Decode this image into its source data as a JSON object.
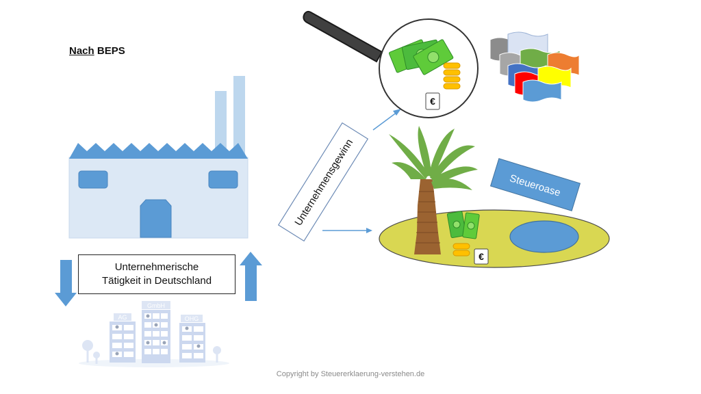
{
  "title": {
    "underlined": "Nach",
    "rest": " BEPS"
  },
  "activity": {
    "line1": "Unternehmerische",
    "line2": "Tätigkeit in Deutschland"
  },
  "profit_label": "Unternehmensgewinn",
  "tax_haven_label": "Steueroase",
  "currency_symbol": "€",
  "company_signs": [
    "AG",
    "GmbH",
    "OHG"
  ],
  "copyright": "Copyright by Steuererklaerung-verstehen.de",
  "colors": {
    "factory_wall": "#d9e6f5",
    "factory_accent": "#5b9bd5",
    "chimney": "#bdd7ee",
    "island": "#d9d752",
    "lake": "#5b9bd5",
    "trunk": "#9b6331",
    "palm_leaf": "#70ad47",
    "money": "#4cbb3d",
    "coin": "#ffc000"
  }
}
